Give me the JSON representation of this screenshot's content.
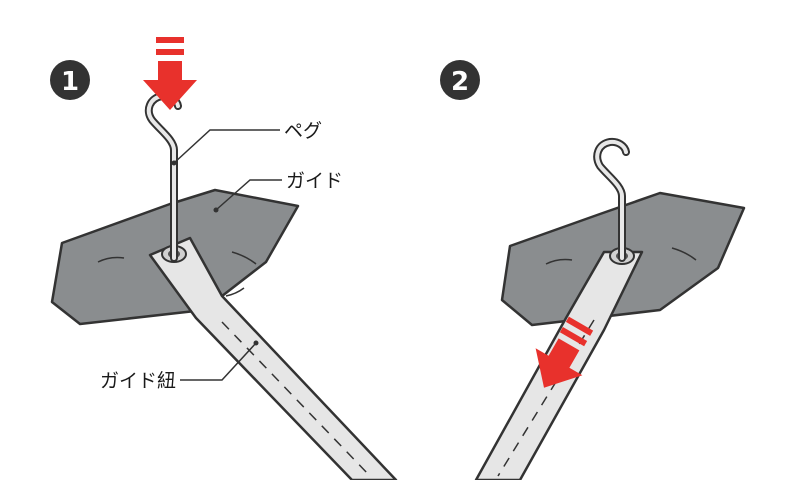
{
  "steps": [
    {
      "number": "1"
    },
    {
      "number": "2"
    }
  ],
  "labels": {
    "peg": "ペグ",
    "guide": "ガイド",
    "guide_cord": "ガイド紐"
  },
  "colors": {
    "ground": "#8a8d8f",
    "outline": "#333333",
    "strap": "#e6e6e6",
    "arrow": "#e8312c",
    "badge": "#333333"
  }
}
